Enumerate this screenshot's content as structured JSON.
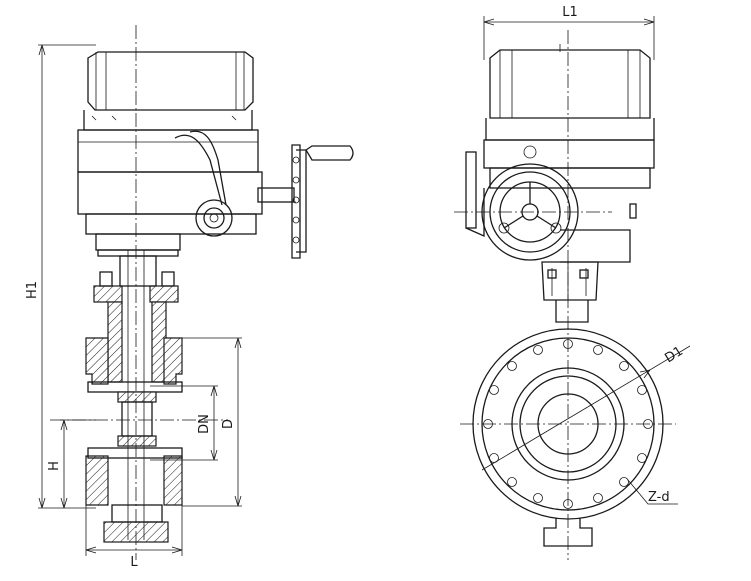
{
  "labels": {
    "h1": "H1",
    "h": "H",
    "l": "L",
    "dn": "DN",
    "d": "D",
    "l1": "L1",
    "d1": "D1",
    "zd": "Z-d"
  },
  "views": [
    "front-section-view",
    "side-view"
  ]
}
